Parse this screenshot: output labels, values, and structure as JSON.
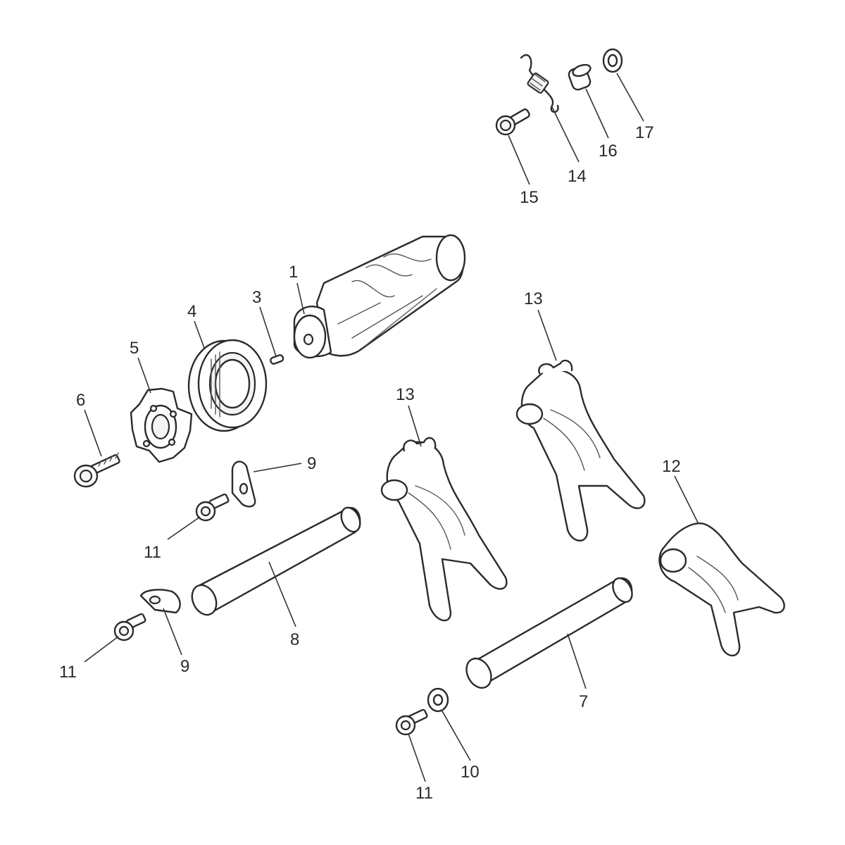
{
  "colors": {
    "line": "#2b2b2b",
    "background": "#ffffff",
    "text": "#2a2a2a"
  },
  "callouts": [
    {
      "id": "c1",
      "label": "1",
      "part": "selector-drum"
    },
    {
      "id": "c3",
      "label": "3",
      "part": "dowel-pin"
    },
    {
      "id": "c4",
      "label": "4",
      "part": "bearing"
    },
    {
      "id": "c5",
      "label": "5",
      "part": "detent-star"
    },
    {
      "id": "c6",
      "label": "6",
      "part": "bolt"
    },
    {
      "id": "c7",
      "label": "7",
      "part": "fork-shaft"
    },
    {
      "id": "c8",
      "label": "8",
      "part": "fork-shaft"
    },
    {
      "id": "c9a",
      "label": "9",
      "part": "retaining-plate"
    },
    {
      "id": "c9b",
      "label": "9",
      "part": "retaining-plate"
    },
    {
      "id": "c10",
      "label": "10",
      "part": "washer"
    },
    {
      "id": "c11a",
      "label": "11",
      "part": "screw"
    },
    {
      "id": "c11b",
      "label": "11",
      "part": "screw"
    },
    {
      "id": "c11c",
      "label": "11",
      "part": "screw"
    },
    {
      "id": "c12",
      "label": "12",
      "part": "selector-fork"
    },
    {
      "id": "c13a",
      "label": "13",
      "part": "selector-fork"
    },
    {
      "id": "c13b",
      "label": "13",
      "part": "selector-fork"
    },
    {
      "id": "c14",
      "label": "14",
      "part": "return-spring"
    },
    {
      "id": "c15",
      "label": "15",
      "part": "bolt"
    },
    {
      "id": "c16",
      "label": "16",
      "part": "spacer"
    },
    {
      "id": "c17",
      "label": "17",
      "part": "washer"
    }
  ]
}
